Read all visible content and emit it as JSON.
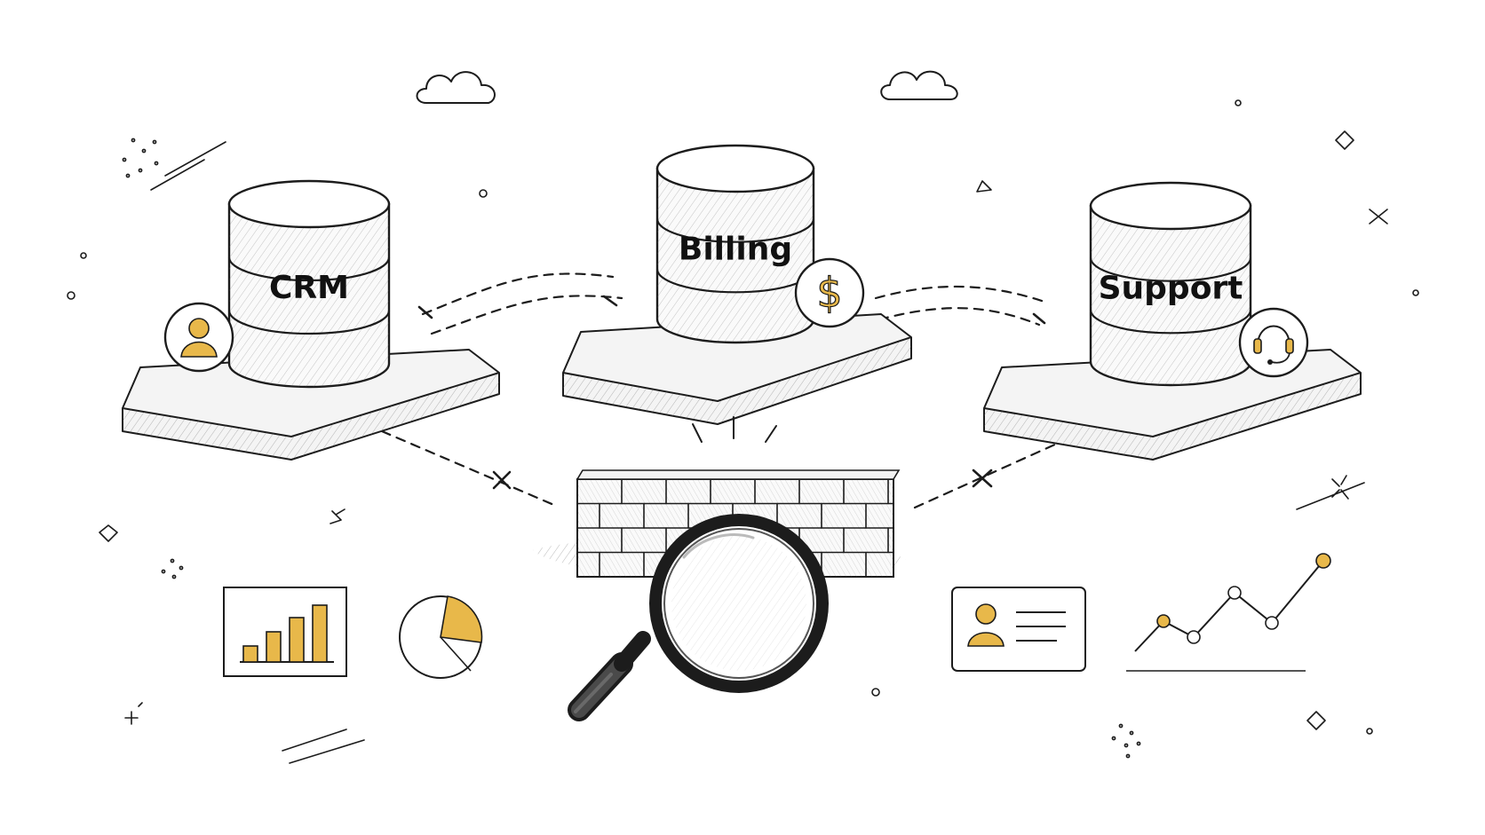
{
  "databases": [
    {
      "label": "CRM",
      "badge_icon": "user-icon"
    },
    {
      "label": "Billing",
      "badge_icon": "dollar-icon"
    },
    {
      "label": "Support",
      "badge_icon": "headset-icon"
    }
  ],
  "badges": {
    "dollar_glyph": "$"
  },
  "center": {
    "wall_icon": "brick-wall-icon",
    "lens_icon": "magnifying-glass-icon"
  },
  "decorations": [
    "bar-chart-icon",
    "pie-chart-icon",
    "id-card-icon",
    "line-chart-icon",
    "cloud-icon"
  ],
  "colors": {
    "accent": "#e8b84a",
    "ink": "#1c1c1c",
    "background": "#ffffff"
  }
}
